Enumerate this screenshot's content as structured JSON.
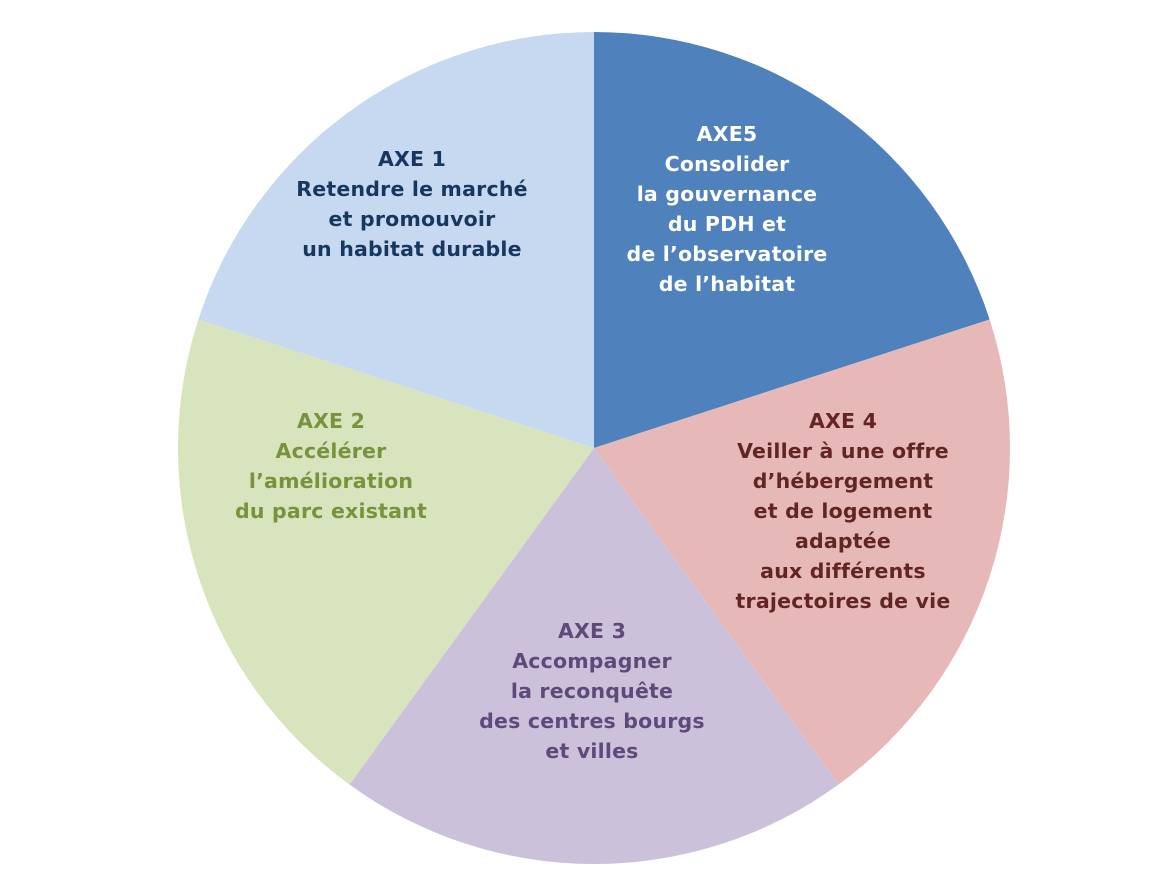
{
  "segments": [
    {
      "id": "axe5",
      "value": 1,
      "fill": "#4f81bd",
      "text_color": "#ffffff",
      "title": "AXE5",
      "lines": [
        "Consolider",
        "la gouvernance",
        "du PDH et",
        "de l’observatoire",
        "de l’habitat"
      ]
    },
    {
      "id": "axe4",
      "value": 1,
      "fill": "#e6b9b8",
      "text_color": "#632523",
      "title": "AXE 4",
      "lines": [
        "Veiller à une offre",
        "d’hébergement",
        "et de logement",
        "adaptée",
        "aux différents",
        "trajectoires de vie"
      ]
    },
    {
      "id": "axe3",
      "value": 1,
      "fill": "#ccc1da",
      "text_color": "#5f497a",
      "title": "AXE 3",
      "lines": [
        "Accompagner",
        "la reconquête",
        "des centres bourgs",
        "et villes"
      ]
    },
    {
      "id": "axe2",
      "value": 1,
      "fill": "#d7e4bd",
      "text_color": "#77933c",
      "title": "AXE 2",
      "lines": [
        "Accélérer",
        "l’amélioration",
        "du parc existant"
      ]
    },
    {
      "id": "axe1",
      "value": 1,
      "fill": "#c6d9f1",
      "text_color": "#17375e",
      "title": "AXE 1",
      "lines": [
        "Retendre le marché",
        "et promouvoir",
        "un habitat durable"
      ]
    }
  ]
}
